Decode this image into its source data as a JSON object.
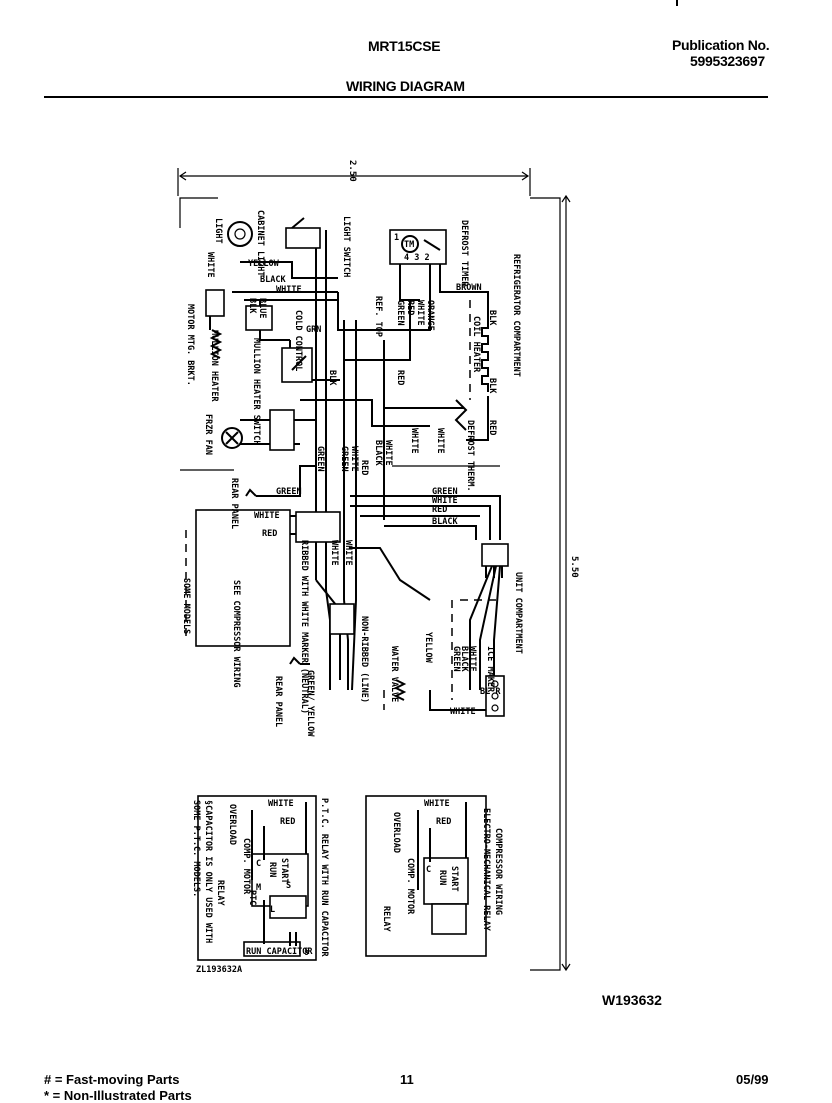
{
  "header": {
    "model": "MRT15CSE",
    "publication_label": "Publication No.",
    "publication_number": "5995323697",
    "title": "WIRING DIAGRAM"
  },
  "dimensions": {
    "top": "2.50",
    "right": "5.50"
  },
  "labels": {
    "light": "LIGHT",
    "cabinet_light": "CABINET LIGHT",
    "light_switch": "LIGHT SWITCH",
    "defrost_timer": "DEFROST TIMER",
    "refrigerator_compartment": "REFRIGERATOR COMPARTMENT",
    "motor_mtg_brkt": "MOTOR MTG. BRKT.",
    "mullion_heater": "MULLION HEATER",
    "mullion_heater_switch": "MULLION HEATER SWITCH",
    "cold_control": "COLD CONTROL",
    "ref_top": "REF. TOP",
    "coil_heater": "COIL HEATER",
    "frzr_fan": "FRZR FAN",
    "defrost_therm": "DEFROST THERM.",
    "rear_panel": "REAR PANEL",
    "see_compressor_wiring": "SEE COMPRESSOR WIRING",
    "some_models": "SOME MODELS",
    "ribbed_white_marker": "RIBBED WITH WHITE MARKER (NEUTRAL)",
    "non_ribbed_line": "NON-RIBBED (LINE)",
    "green_yellow": "GREEN/ YELLOW",
    "rear_panel_2": "REAR PANEL",
    "unit_compartment": "UNIT COMPARTMENT",
    "ice_maker": "ICE MAKER",
    "water_valve": "WATER VALVE",
    "bl_r": "BL R"
  },
  "wire_colors": {
    "yellow": "YELLOW",
    "black": "BLACK",
    "white": "WHITE",
    "brown": "BROWN",
    "green": "GREEN",
    "red": "RED",
    "orange": "ORANGE",
    "blue": "BLUE",
    "blk": "BLK",
    "grn": "GRN",
    "timer_terms": "4 3 2",
    "timer_term1": "1"
  },
  "ptc_box": {
    "title": "P.T.C. RELAY WITH RUN CAPACITOR",
    "white": "WHITE",
    "red": "RED",
    "start": "START",
    "run": "RUN",
    "c": "C",
    "s": "S",
    "m": "M",
    "l": "L",
    "ptc": "PTC",
    "comp_motor": "COMP. MOTOR",
    "overload": "OVERLOAD",
    "relay": "RELAY",
    "run_capacitor": "RUN CAPACITOR",
    "run_cap_mark": "§",
    "note_1": "§CAPACITOR IS ONLY USED WITH",
    "note_2": "SOME P.T.C. MODELS.",
    "code": "ZL193632A"
  },
  "compressor_box": {
    "title": "COMPRESSOR WIRING",
    "subtitle": "ELECTRO-MECHANICAL RELAY",
    "white": "WHITE",
    "red": "RED",
    "start": "START",
    "run": "RUN",
    "c": "C",
    "comp_motor": "COMP. MOTOR",
    "overload": "OVERLOAD",
    "relay": "RELAY"
  },
  "drawing_id": "W193632",
  "footer": {
    "legend_1": "# = Fast-moving Parts",
    "legend_2": "* = Non-Illustrated Parts",
    "page": "11",
    "date": "05/99"
  }
}
